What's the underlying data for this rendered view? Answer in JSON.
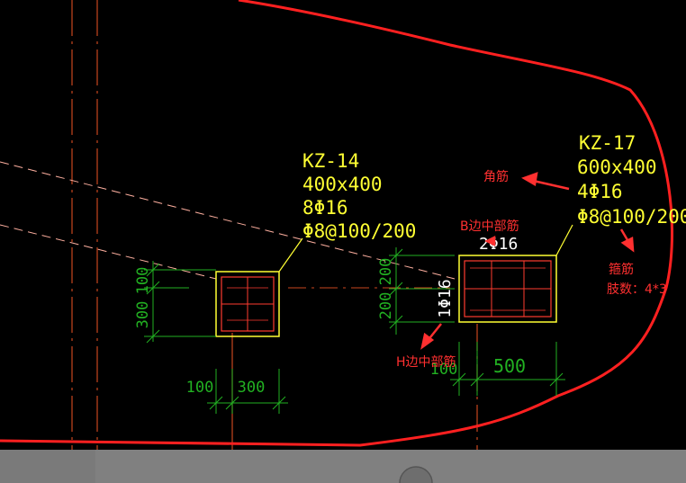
{
  "colors": {
    "background": "#000000",
    "label_yellow": "#ffff33",
    "dimension_green": "#22b122",
    "rebar_red": "#ff3b2f",
    "grid_orange": "#c8461e",
    "boundary_red": "#ff2020",
    "annotation_red": "#ff3030",
    "bottom_bar": "#808080"
  },
  "columns": {
    "kz14": {
      "name": "KZ-14",
      "size": "400x400",
      "main_bars": "8Φ16",
      "stirrups": "Φ8@100/200"
    },
    "kz17": {
      "name": "KZ-17",
      "size": "600x400",
      "corner_bars": "4Φ16",
      "stirrups": "Φ8@100/200",
      "b_side_bars": "2Φ16",
      "h_side_bars": "1Φ16"
    }
  },
  "dimensions": {
    "kz14_top": "100",
    "kz14_side": "300",
    "kz14_bottom_left": "100",
    "kz14_bottom_right": "300",
    "kz17_side_top": "200",
    "kz17_side_bottom": "200",
    "kz17_bottom_left": "100",
    "kz17_bottom_right": "500"
  },
  "annotations": {
    "corner_bar": "角筋",
    "b_side": "B边中部筋",
    "h_side": "H边中部筋",
    "stirrup": "箍筋",
    "stirrup_legs": "肢数：4*3"
  },
  "icons": {
    "bottom_partial": "cursor-icon"
  }
}
